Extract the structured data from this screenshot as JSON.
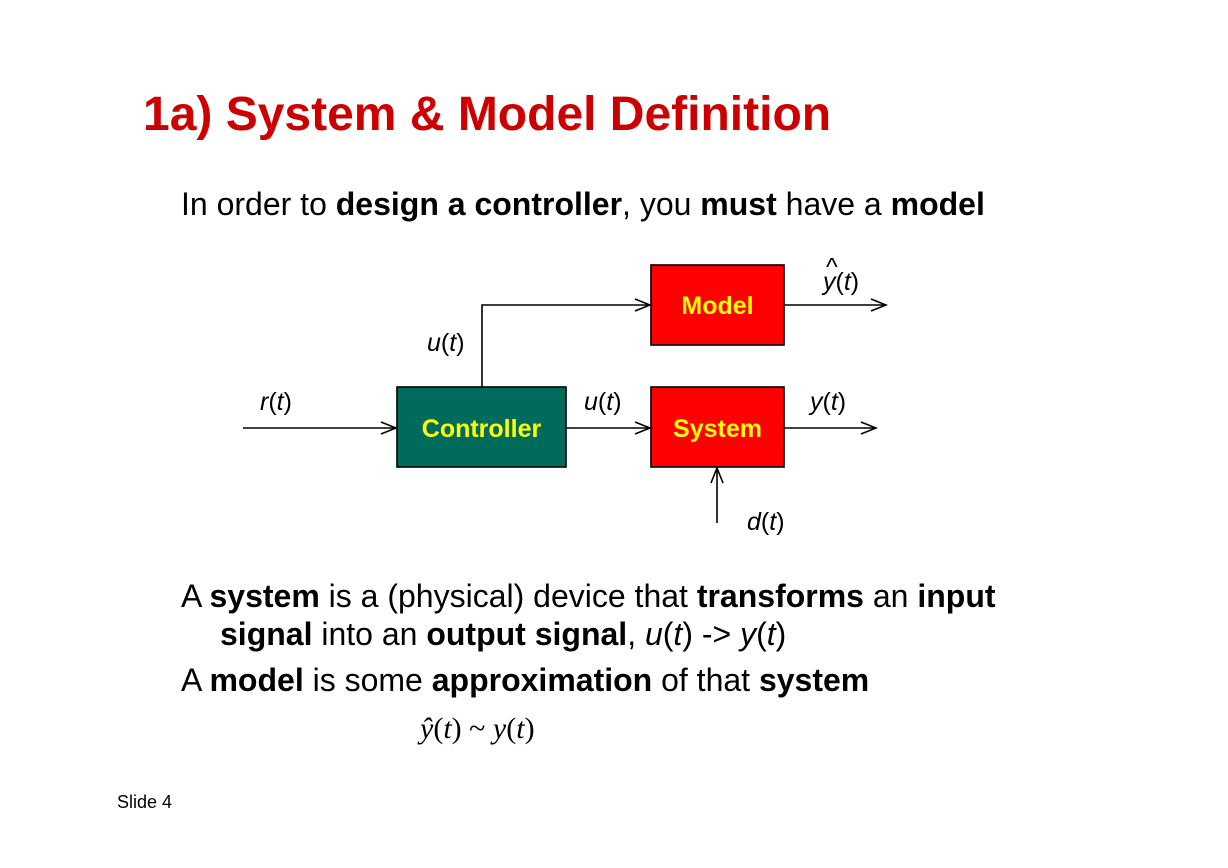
{
  "slide": {
    "title": "1a) System & Model Definition",
    "intro": {
      "p1": "In order to ",
      "b1": "design a controller",
      "p2": ", you ",
      "b2": "must",
      "p3": " have a ",
      "b3": "model"
    },
    "diagram": {
      "controller_label": "Controller",
      "system_label": "System",
      "model_label": "Model",
      "signals": {
        "r_name": "r",
        "u_name": "u",
        "y_name": "y",
        "d_name": "d",
        "yhat_name": "y",
        "arg": "t",
        "open": "(",
        "close": ")",
        "hat": "^"
      },
      "colors": {
        "controller": "#006b5b",
        "system": "#ff0000",
        "model": "#ff0000",
        "box_text": "#ffff00"
      }
    },
    "system_def": {
      "p1": "A ",
      "b1": "system",
      "p2": " is a (physical) device that ",
      "b2": "transforms",
      "p3": " an ",
      "b3": "input",
      "b4": "signal",
      "p4": " into an ",
      "b5": "output signal",
      "p5": ", ",
      "i1": "u",
      "p6": "(",
      "i2": "t",
      "p7": ") -> ",
      "i3": "y",
      "p8": "(",
      "i4": "t",
      "p9": ")"
    },
    "model_def": {
      "p1": "A ",
      "b1": "model",
      "p2": " is some ",
      "b2": "approximation",
      "p3": " of that ",
      "b3": "system"
    },
    "formula": {
      "lhs": "ŷ",
      "open1": "(",
      "t1": "t",
      "close1": ")",
      "op": " ~ ",
      "rhs": "y",
      "open2": "(",
      "t2": "t",
      "close2": ")"
    },
    "slide_number": "Slide 4",
    "colors": {
      "title": "#cc0000"
    }
  }
}
